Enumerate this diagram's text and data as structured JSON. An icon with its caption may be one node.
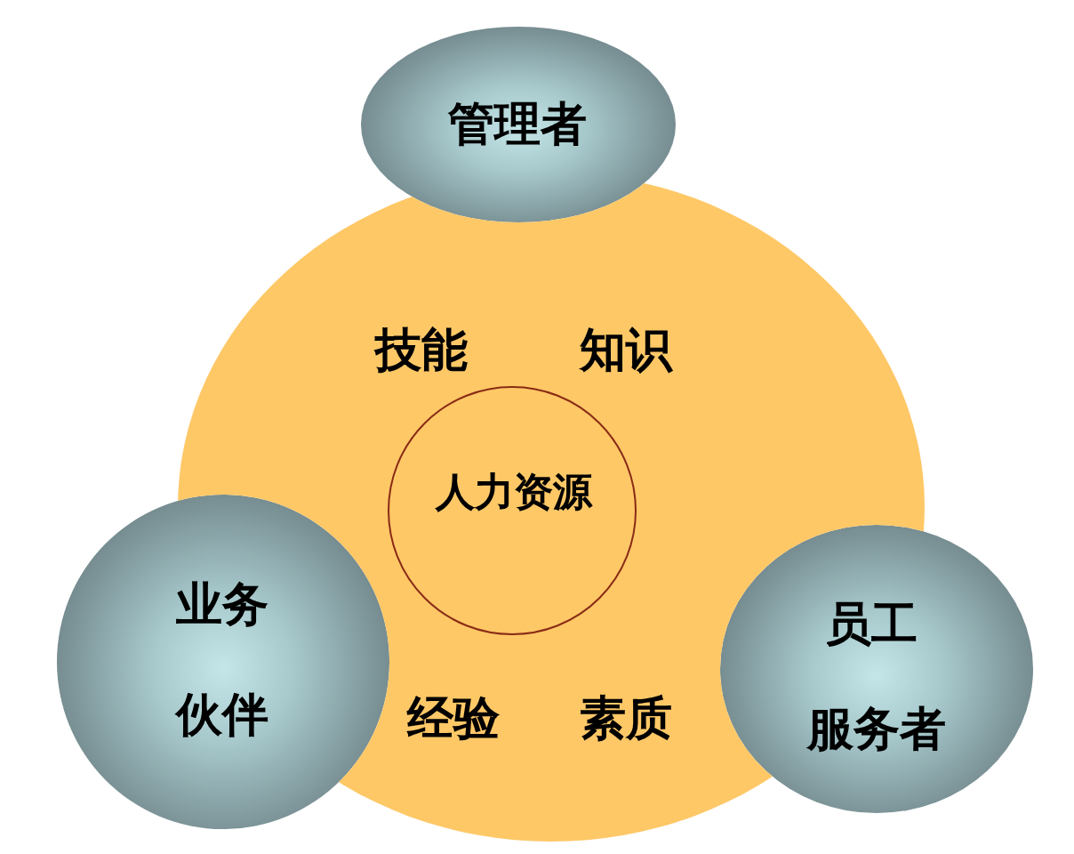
{
  "diagram": {
    "nodes": [
      {
        "text": [
          "管理者"
        ]
      },
      {
        "text": [
          "技能",
          "知识",
          "经验",
          "素质"
        ]
      },
      {
        "text": [
          "人力资源"
        ],
        "in": 1
      },
      {
        "text": [
          "业务",
          "伙伴"
        ]
      },
      {
        "text": [
          "员工",
          "服务者"
        ]
      }
    ]
  }
}
